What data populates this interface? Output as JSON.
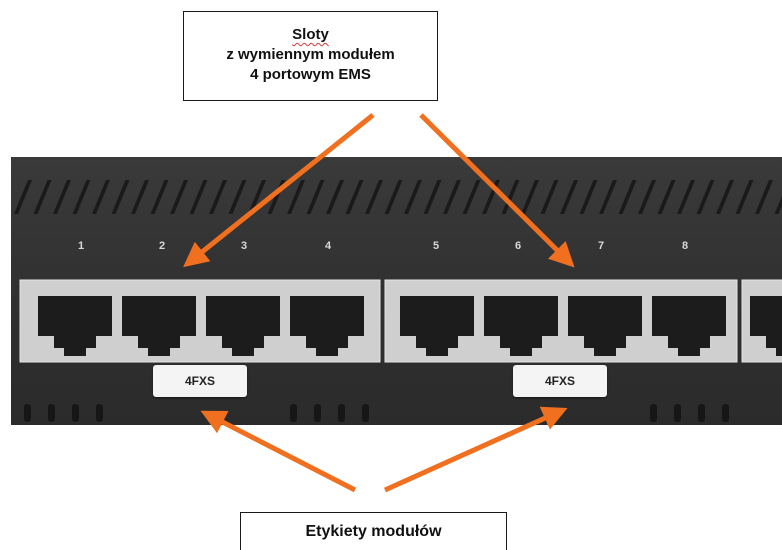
{
  "callout_top": {
    "line1": "Sloty",
    "line2": "z wymiennym modułem",
    "line3": "4 portowym EMS"
  },
  "callout_bottom": {
    "label": "Etykiety modułów"
  },
  "ports": [
    "1",
    "2",
    "3",
    "4",
    "5",
    "6",
    "7",
    "8"
  ],
  "modules": [
    {
      "label": "4FXS"
    },
    {
      "label": "4FXS"
    }
  ],
  "colors": {
    "arrow": "#f07020",
    "panel": "#343434",
    "port_frame": "#cfcfcf",
    "port_jack": "#1c1c1c"
  }
}
